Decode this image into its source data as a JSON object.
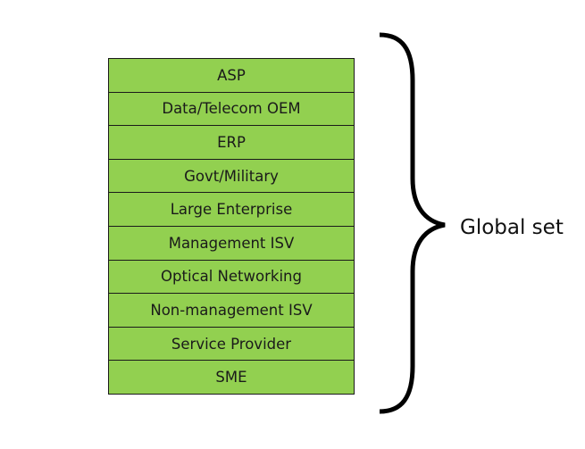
{
  "diagram": {
    "segments": [
      {
        "label": "ASP"
      },
      {
        "label": "Data/Telecom OEM"
      },
      {
        "label": "ERP"
      },
      {
        "label": "Govt/Military"
      },
      {
        "label": "Large Enterprise"
      },
      {
        "label": "Management ISV"
      },
      {
        "label": "Optical Networking"
      },
      {
        "label": "Non-management ISV"
      },
      {
        "label": "Service Provider"
      },
      {
        "label": "SME"
      }
    ],
    "group_label": "Global set",
    "colors": {
      "segment_fill": "#92d050",
      "border": "#1a1a1a",
      "brace": "#000000"
    }
  }
}
